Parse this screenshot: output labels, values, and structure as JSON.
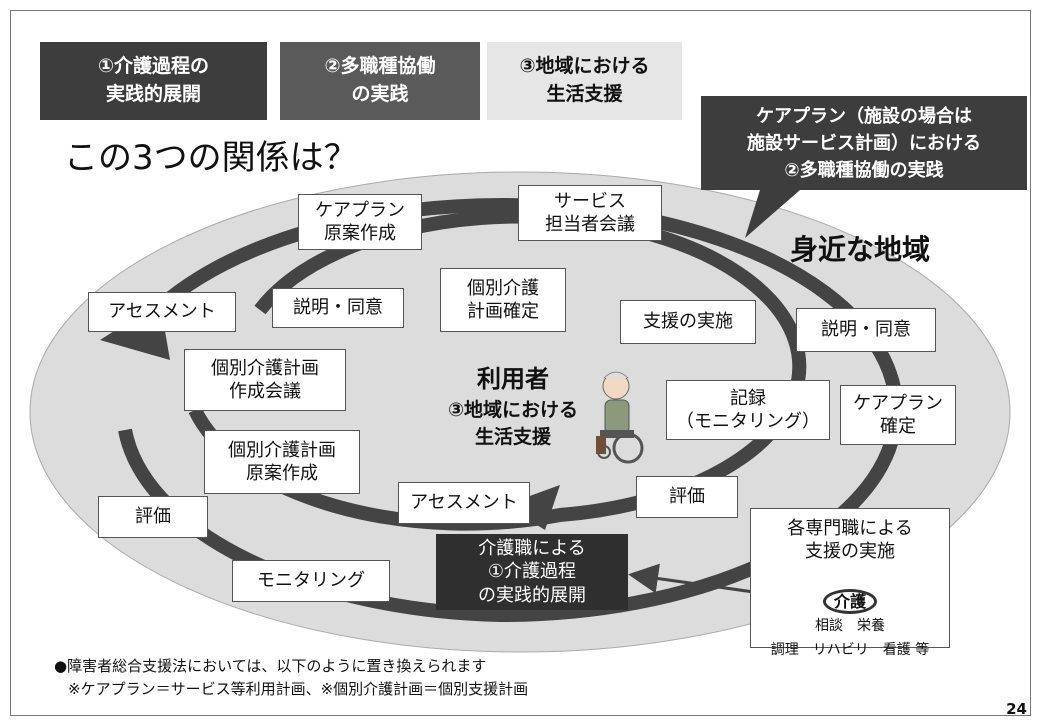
{
  "header": {
    "items": [
      {
        "label": "①介護過程の\n実践的展開"
      },
      {
        "label": "②多職種協働\nの実践"
      },
      {
        "label": "③地域における\n生活支援"
      }
    ]
  },
  "title": "この3つの関係は？",
  "callout": "ケアプラン（施設の場合は\n施設サービス計画）における\n②多職種協働の実践",
  "region_label": "身近な地域",
  "outer_cycle": {
    "assessment": "アセスメント",
    "draft": "ケアプラン\n原案作成",
    "meeting": "サービス\n担当者会議",
    "explain": "説明・同意",
    "confirm": "ケアプラン\n確定",
    "evaluation": "評価",
    "monitoring": "モニタリング"
  },
  "inner_cycle": {
    "explain": "説明・同意",
    "confirm": "個別介護\n計画確定",
    "implement": "支援の実施",
    "record": "記録\n（モニタリング）",
    "evaluation": "評価",
    "assessment": "アセスメント",
    "plan_draft": "個別介護計画\n原案作成",
    "plan_meeting": "個別介護計画\n作成会議"
  },
  "user": {
    "title": "利用者",
    "role": "③地域における\n生活支援"
  },
  "care_worker": "介護職による\n①介護過程\nの実践的展開",
  "professionals": {
    "heading": "各専門職による\n支援の実施",
    "care": "介護",
    "others_1": "相談　栄養",
    "others_2": "調理　リハビリ　看護 等"
  },
  "footer": {
    "line1": "●障害者総合支援法においては、以下のように置き換えられます",
    "line2": "※ケアプラン＝サービス等利用計画、※個別介護計画＝個別支援計画"
  },
  "page_number": "24",
  "colors": {
    "dark": "#3d3d3d",
    "medium": "#5a5a5a",
    "light": "#e6e6e6",
    "ellipse": "#dcdcdc",
    "ring": "#444444"
  }
}
